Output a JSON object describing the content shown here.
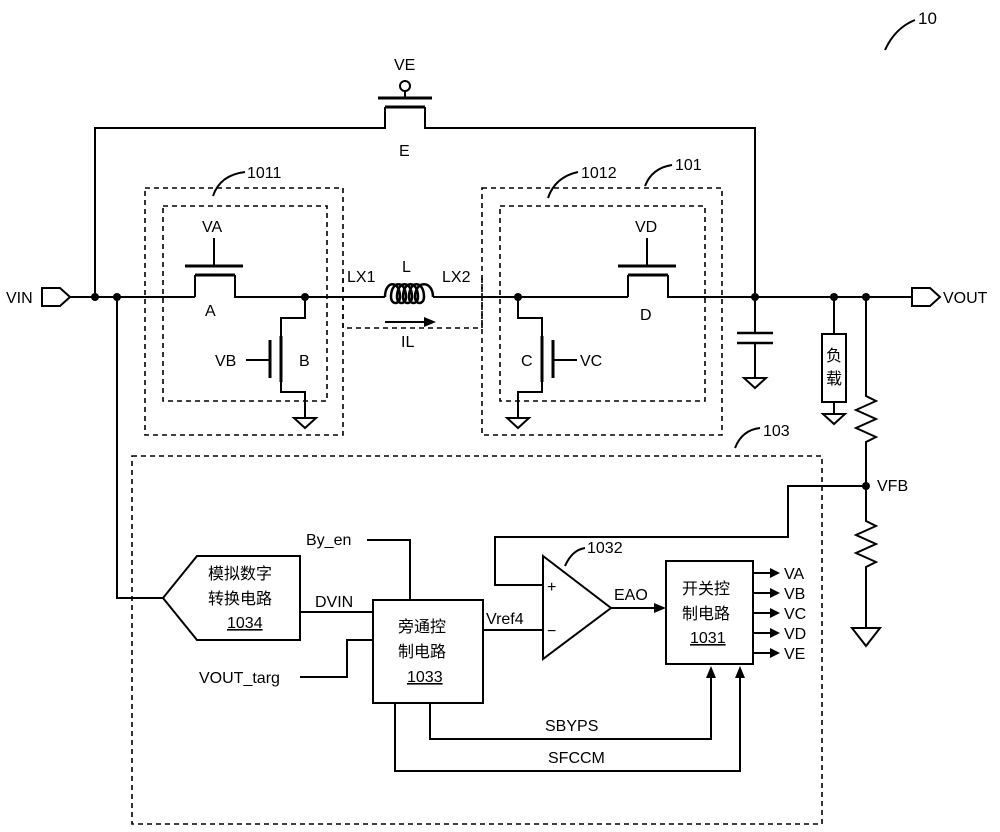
{
  "figure_number": "10",
  "regions": {
    "main_power_stage": "101",
    "buck_stage": "1011",
    "boost_stage": "1012",
    "control_circuit": "103"
  },
  "nodes": {
    "vin": "VIN",
    "vout": "VOUT",
    "lx1": "LX1",
    "lx2": "LX2",
    "vfb": "VFB"
  },
  "inductor": {
    "name": "L",
    "current": "IL"
  },
  "switches": {
    "a": {
      "name": "A",
      "gate": "VA"
    },
    "b": {
      "name": "B",
      "gate": "VB"
    },
    "c": {
      "name": "C",
      "gate": "VC"
    },
    "d": {
      "name": "D",
      "gate": "VD"
    },
    "e": {
      "name": "E",
      "gate": "VE"
    }
  },
  "load_label": "负载",
  "blocks": {
    "adc": {
      "line1": "模拟数字",
      "line2": "转换电路",
      "id": "1034"
    },
    "bypass": {
      "line1": "旁通控",
      "line2": "制电路",
      "id": "1033"
    },
    "error_amp": {
      "id": "1032",
      "plus": "+",
      "minus": "−"
    },
    "switch_ctrl": {
      "line1": "开关控",
      "line2": "制电路",
      "id": "1031"
    }
  },
  "signals": {
    "by_en": "By_en",
    "dvin": "DVIN",
    "vout_targ": "VOUT_targ",
    "vref4": "Vref4",
    "eao": "EAO",
    "sbyps": "SBYPS",
    "sfccm": "SFCCM",
    "outputs": [
      "VA",
      "VB",
      "VC",
      "VD",
      "VE"
    ]
  }
}
